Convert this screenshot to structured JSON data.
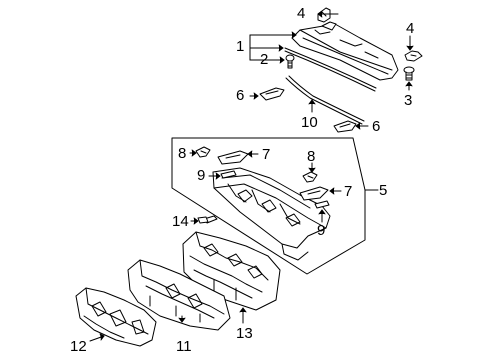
{
  "callouts": {
    "c1": "1",
    "c2": "2",
    "c3": "3",
    "c4a": "4",
    "c4b": "4",
    "c5": "5",
    "c6a": "6",
    "c6b": "6",
    "c7a": "7",
    "c7b": "7",
    "c8a": "8",
    "c8b": "8",
    "c9a": "9",
    "c9b": "9",
    "c10": "10",
    "c11": "11",
    "c12": "12",
    "c13": "13",
    "c14": "14"
  },
  "colors": {
    "line": "#000000",
    "background": "#ffffff"
  }
}
